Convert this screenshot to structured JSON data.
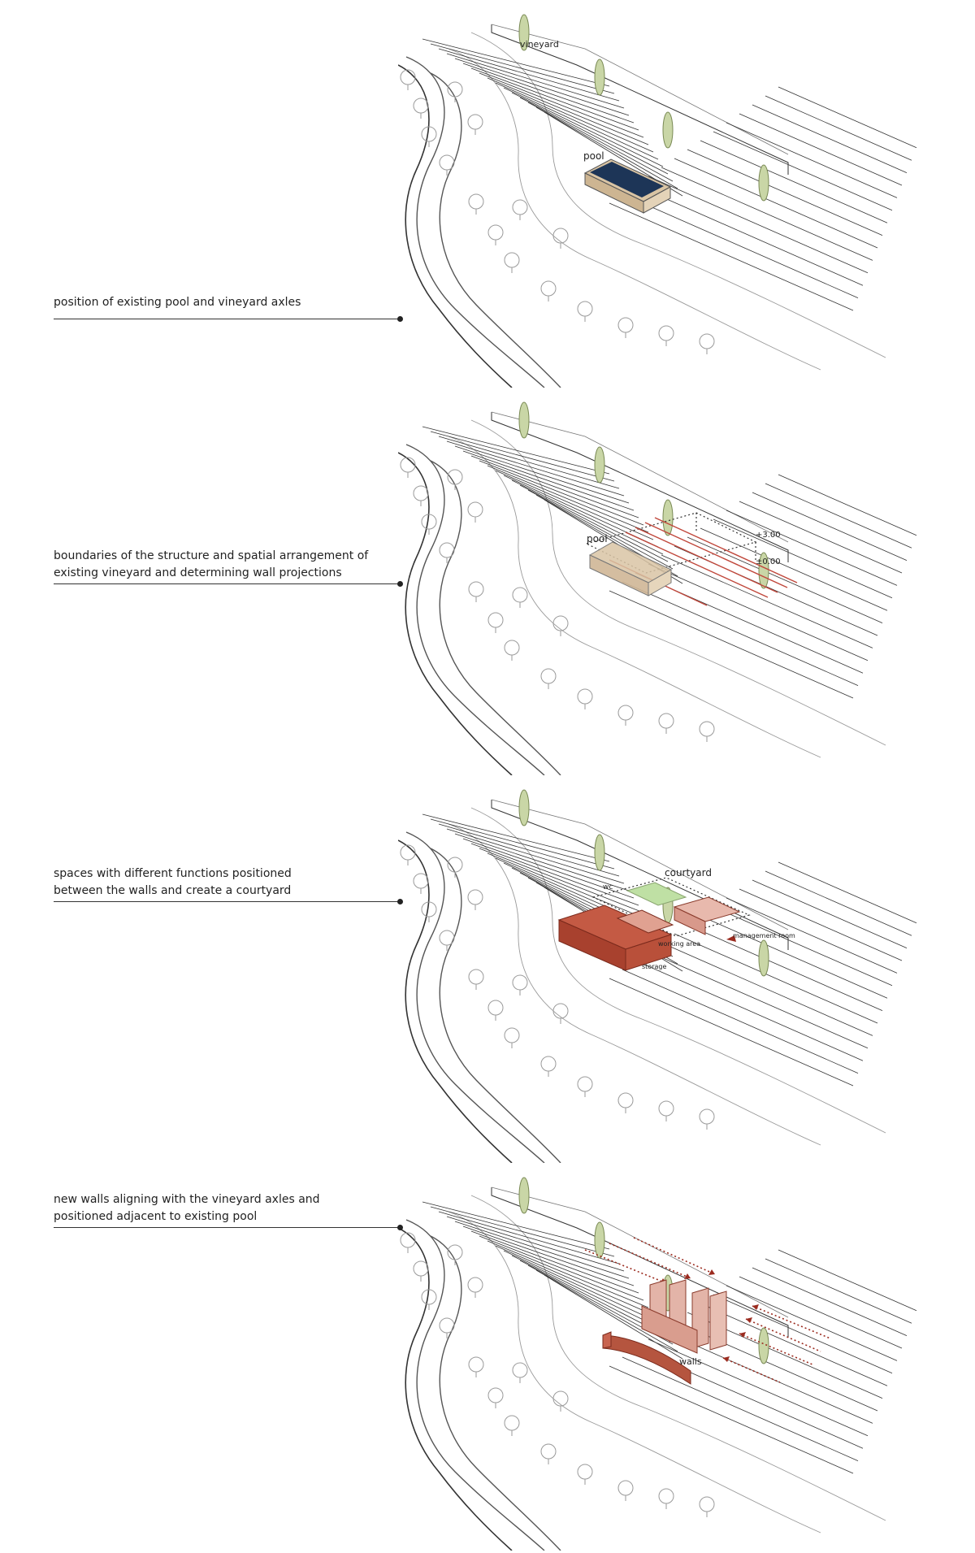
{
  "panels": [
    {
      "caption_lines": [
        "position of existing pool and vineyard axles"
      ],
      "labels": {
        "vineyard": "vineyard",
        "pool": "pool"
      }
    },
    {
      "caption_lines": [
        "boundaries of the structure and spatial arrangement of",
        "existing vineyard and determining wall projections"
      ],
      "labels": {
        "pool": "pool",
        "level_upper": "+3.00",
        "level_lower": "±0.00"
      }
    },
    {
      "caption_lines": [
        "spaces with different functions positioned",
        "between the walls and create a courtyard"
      ],
      "labels": {
        "wc": "wc",
        "courtyard": "courtyard",
        "management_room": "management room",
        "working_area": "working area",
        "storage": "storage"
      }
    },
    {
      "caption_lines": [
        "new walls aligning with the vineyard axles and",
        "positioned adjacent to existing pool"
      ],
      "labels": {
        "walls": "walls"
      }
    }
  ],
  "colors": {
    "line": "#333333",
    "terrain": "#555555",
    "tree_outline": "#9a9a9a",
    "cypress_fill": "#c9d6a6",
    "pool_water": "#1d3557",
    "pool_frame": "#d9c4a4",
    "wall_red": "#b5553f",
    "wall_pink": "#e3b4a8",
    "courtyard_green": "#bfe0a4",
    "arrow_red": "#9b2b1f"
  }
}
